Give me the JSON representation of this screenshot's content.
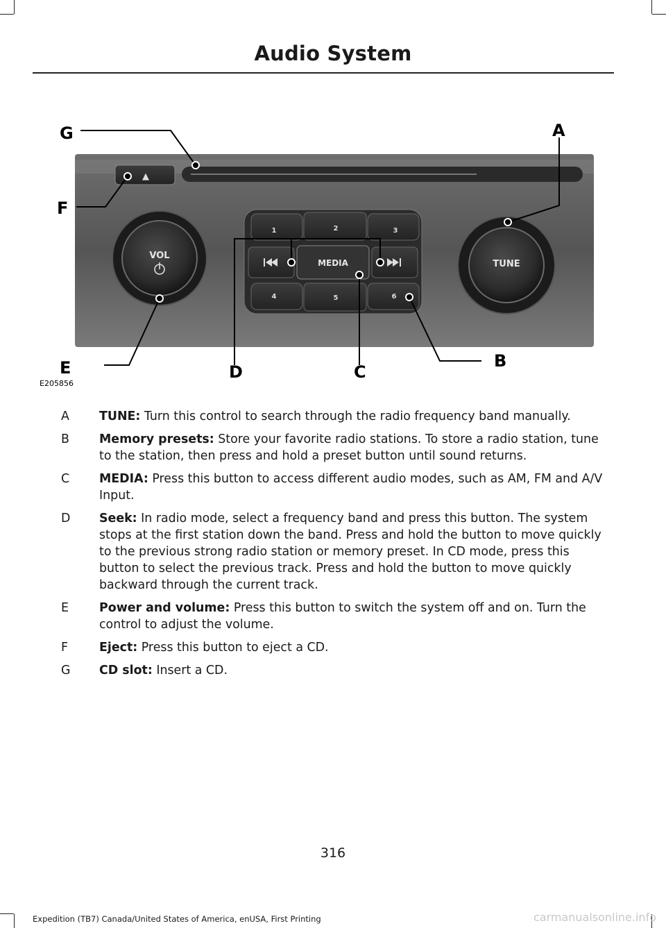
{
  "header": {
    "title": "Audio System"
  },
  "figure": {
    "code": "E205856",
    "callouts": [
      "A",
      "B",
      "C",
      "D",
      "E",
      "F",
      "G"
    ],
    "knob_vol_label": "VOL",
    "knob_tune_label": "TUNE",
    "media_label": "MEDIA",
    "presets": [
      "1",
      "2",
      "3",
      "4",
      "5",
      "6"
    ],
    "eject_glyph": "▲"
  },
  "items": [
    {
      "letter": "A",
      "term": "TUNE:",
      "text": "Turn this control to search through the radio frequency band manually."
    },
    {
      "letter": "B",
      "term": "Memory presets:",
      "text": "Store your favorite radio stations. To store a radio station, tune to the station, then press and hold a preset button until sound returns."
    },
    {
      "letter": "C",
      "term": "MEDIA:",
      "text": "Press this button to access different audio modes, such as AM, FM and A/V Input."
    },
    {
      "letter": "D",
      "term": "Seek:",
      "text": "In radio mode, select a frequency band and press this button. The system stops at the first station down the band. Press and hold the button to move quickly to the previous strong radio station or memory preset. In CD mode, press this button to select the previous track. Press and hold the button to move quickly backward through the current track."
    },
    {
      "letter": "E",
      "term": "Power and volume:",
      "text": "Press this button to switch the system off and on. Turn the control to adjust the volume."
    },
    {
      "letter": "F",
      "term": "Eject:",
      "text": "Press this button to eject a CD."
    },
    {
      "letter": "G",
      "term": "CD slot:",
      "text": "Insert a CD."
    }
  ],
  "page_number": "316",
  "footer": "Expedition (TB7) Canada/United States of America, enUSA, First Printing",
  "watermark": "carmanualsonline.info"
}
